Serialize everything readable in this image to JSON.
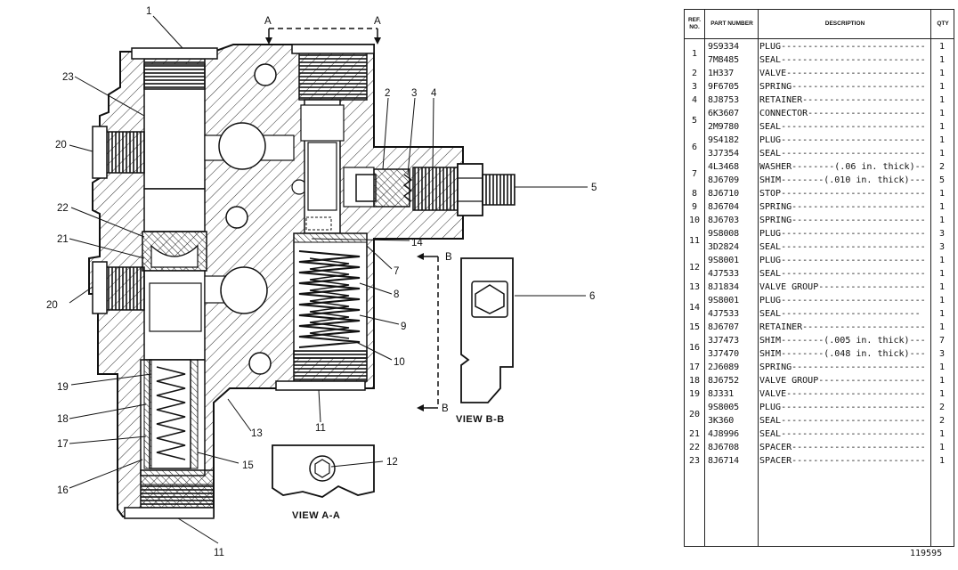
{
  "diagram": {
    "view_aa_label": "VIEW A-A",
    "view_bb_label": "VIEW B-B",
    "section_a": "A",
    "section_b": "B",
    "callouts": {
      "c1": "1",
      "c2": "2",
      "c3": "3",
      "c4": "4",
      "c5": "5",
      "c6": "6",
      "c7": "7",
      "c8": "8",
      "c9": "9",
      "c10": "10",
      "c11a": "11",
      "c11b": "11",
      "c12": "12",
      "c13": "13",
      "c14": "14",
      "c15": "15",
      "c16": "16",
      "c17": "17",
      "c18": "18",
      "c19": "19",
      "c20a": "20",
      "c20b": "20",
      "c21": "21",
      "c22": "22",
      "c23": "23"
    }
  },
  "parts_table": {
    "headers": {
      "ref": "REF. NO.",
      "part": "PART NUMBER",
      "description": "DESCRIPTION",
      "qty": "QTY"
    },
    "ref_groups": [
      {
        "ref": "1",
        "first": 0,
        "count": 2
      },
      {
        "ref": "2",
        "first": 2,
        "count": 1
      },
      {
        "ref": "3",
        "first": 3,
        "count": 1
      },
      {
        "ref": "4",
        "first": 4,
        "count": 1
      },
      {
        "ref": "5",
        "first": 5,
        "count": 2
      },
      {
        "ref": "6",
        "first": 7,
        "count": 2
      },
      {
        "ref": "7",
        "first": 9,
        "count": 2
      },
      {
        "ref": "8",
        "first": 11,
        "count": 1
      },
      {
        "ref": "9",
        "first": 12,
        "count": 1
      },
      {
        "ref": "10",
        "first": 13,
        "count": 1
      },
      {
        "ref": "11",
        "first": 14,
        "count": 2
      },
      {
        "ref": "12",
        "first": 16,
        "count": 2
      },
      {
        "ref": "13",
        "first": 18,
        "count": 1
      },
      {
        "ref": "14",
        "first": 19,
        "count": 2
      },
      {
        "ref": "15",
        "first": 21,
        "count": 1
      },
      {
        "ref": "16",
        "first": 22,
        "count": 2
      },
      {
        "ref": "17",
        "first": 24,
        "count": 1
      },
      {
        "ref": "18",
        "first": 25,
        "count": 1
      },
      {
        "ref": "19",
        "first": 26,
        "count": 1
      },
      {
        "ref": "20",
        "first": 27,
        "count": 2
      },
      {
        "ref": "21",
        "first": 29,
        "count": 1
      },
      {
        "ref": "22",
        "first": 30,
        "count": 1
      },
      {
        "ref": "23",
        "first": 31,
        "count": 1
      }
    ],
    "rows": [
      {
        "part": "9S9334",
        "desc": "PLUG---------------------------------",
        "qty": "1"
      },
      {
        "part": "7M8485",
        "desc": "SEAL--------------------------------",
        "qty": "1"
      },
      {
        "part": "1H337",
        "desc": "VALVE------------------------------",
        "qty": "1"
      },
      {
        "part": "9F6705",
        "desc": "SPRING----------------------------",
        "qty": "1"
      },
      {
        "part": "8J8753",
        "desc": "RETAINER------------------------",
        "qty": "1"
      },
      {
        "part": "6K3607",
        "desc": "CONNECTOR----------------------",
        "qty": "1"
      },
      {
        "part": "2M9780",
        "desc": "SEAL--------------------------------",
        "qty": "1"
      },
      {
        "part": "9S4182",
        "desc": "PLUG---------------------------------",
        "qty": "1"
      },
      {
        "part": "3J7354",
        "desc": "SEAL--------------------------------",
        "qty": "1"
      },
      {
        "part": "4L3468",
        "desc": "WASHER--------(.06 in. thick)-----",
        "qty": "2"
      },
      {
        "part": "8J6709",
        "desc": "SHIM--------(.010 in. thick)-------",
        "qty": "5"
      },
      {
        "part": "8J6710",
        "desc": "STOP----------------------------------",
        "qty": "1"
      },
      {
        "part": "8J6704",
        "desc": "SPRING----------------------------",
        "qty": "1"
      },
      {
        "part": "8J6703",
        "desc": "SPRING----------------------------",
        "qty": "1"
      },
      {
        "part": "9S8008",
        "desc": "PLUG---------------------------------",
        "qty": "3"
      },
      {
        "part": "3D2824",
        "desc": "SEAL--------------------------------",
        "qty": "3"
      },
      {
        "part": "9S8001",
        "desc": "PLUG---------------------------------",
        "qty": "1"
      },
      {
        "part": "4J7533",
        "desc": "SEAL--------------------------------",
        "qty": "1"
      },
      {
        "part": "8J1834",
        "desc": "VALVE GROUP--------------------",
        "qty": "1"
      },
      {
        "part": "9S8001",
        "desc": "   PLUG---------------------------",
        "qty": "1"
      },
      {
        "part": "4J7533",
        "desc": "   SEAL--------------------------",
        "qty": "1"
      },
      {
        "part": "8J6707",
        "desc": "RETAINER------------------------",
        "qty": "1"
      },
      {
        "part": "3J7473",
        "desc": "SHIM--------(.005 in. thick)-------",
        "qty": "7"
      },
      {
        "part": "3J7470",
        "desc": "SHIM--------(.048 in. thick)-------",
        "qty": "3"
      },
      {
        "part": "2J6089",
        "desc": "SPRING----------------------------",
        "qty": "1"
      },
      {
        "part": "8J6752",
        "desc": "VALVE GROUP--------------------",
        "qty": "1"
      },
      {
        "part": "8J331",
        "desc": "VALVE------------------------------",
        "qty": "1"
      },
      {
        "part": "9S8005",
        "desc": "PLUG---------------------------------",
        "qty": "2"
      },
      {
        "part": "3K360",
        "desc": "SEAL--------------------------------",
        "qty": "2"
      },
      {
        "part": "4J8996",
        "desc": "SEAL--------------------------------",
        "qty": "1"
      },
      {
        "part": "8J6708",
        "desc": "SPACER----------------------------",
        "qty": "1"
      },
      {
        "part": "8J6714",
        "desc": "SPACER----------------------------",
        "qty": "1"
      }
    ]
  },
  "figure_number": "119595"
}
